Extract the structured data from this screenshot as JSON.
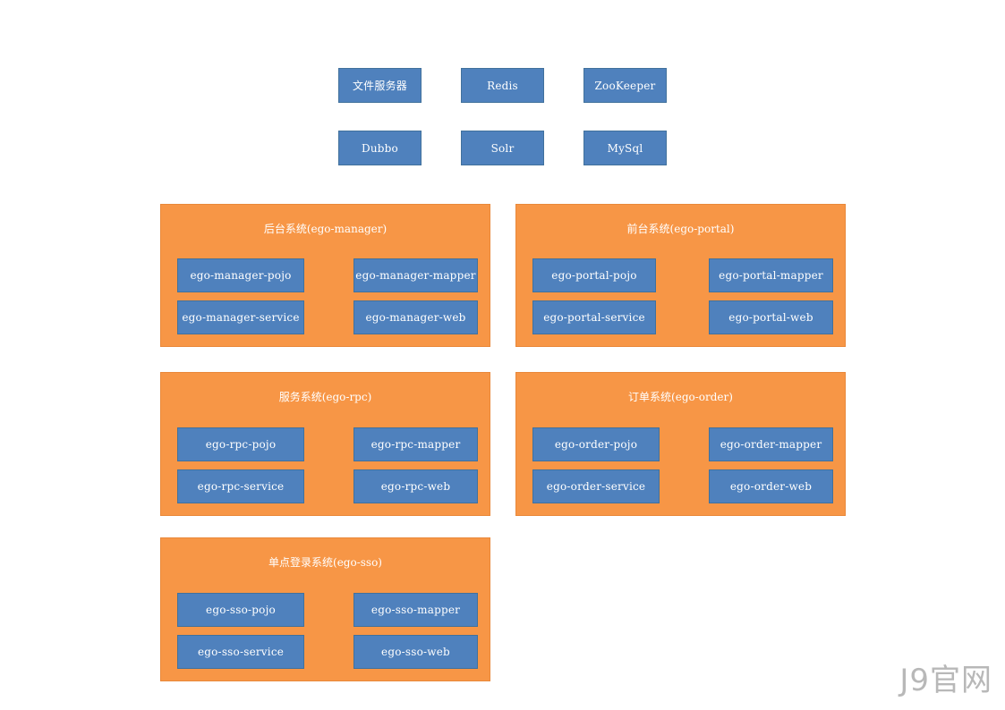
{
  "infrastructure": [
    {
      "name": "file-server-node",
      "label": "文件服务器"
    },
    {
      "name": "redis-node",
      "label": "Redis"
    },
    {
      "name": "zookeeper-node",
      "label": "ZooKeeper"
    },
    {
      "name": "dubbo-node",
      "label": "Dubbo"
    },
    {
      "name": "solr-node",
      "label": "Solr"
    },
    {
      "name": "mysql-node",
      "label": "MySql"
    }
  ],
  "groups": [
    {
      "title": "后台系统(ego-manager)",
      "modules": [
        "ego-manager-pojo",
        "ego-manager-mapper",
        "ego-manager-service",
        "ego-manager-web"
      ]
    },
    {
      "title": "前台系统(ego-portal)",
      "modules": [
        "ego-portal-pojo",
        "ego-portal-mapper",
        "ego-portal-service",
        "ego-portal-web"
      ]
    },
    {
      "title": "服务系统(ego-rpc)",
      "modules": [
        "ego-rpc-pojo",
        "ego-rpc-mapper",
        "ego-rpc-service",
        "ego-rpc-web"
      ]
    },
    {
      "title": "订单系统(ego-order)",
      "modules": [
        "ego-order-pojo",
        "ego-order-mapper",
        "ego-order-service",
        "ego-order-web"
      ]
    },
    {
      "title": "单点登录系统(ego-sso)",
      "modules": [
        "ego-sso-pojo",
        "ego-sso-mapper",
        "ego-sso-service",
        "ego-sso-web"
      ]
    }
  ],
  "watermark": "J9官网"
}
